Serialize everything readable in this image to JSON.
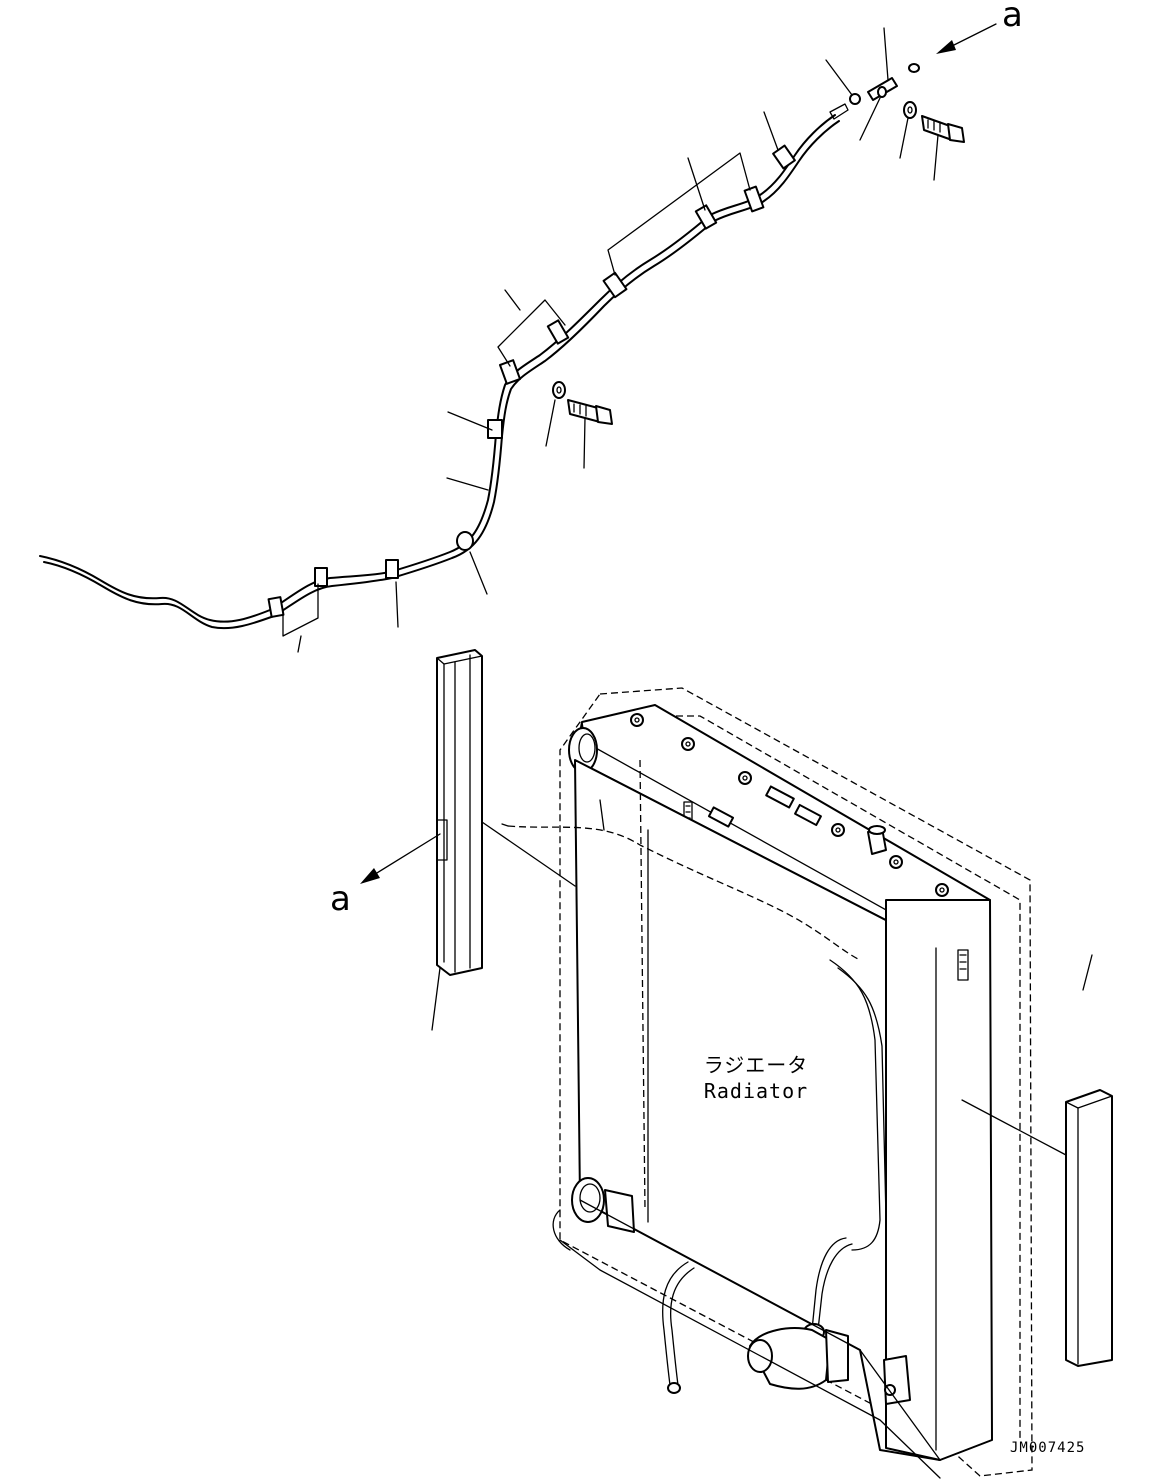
{
  "callouts": {
    "top_letter": "a",
    "left_letter": "a"
  },
  "radiator": {
    "label_jp": "ラジエータ",
    "label_en": "Radiator"
  },
  "drawing_id": "JM007425"
}
